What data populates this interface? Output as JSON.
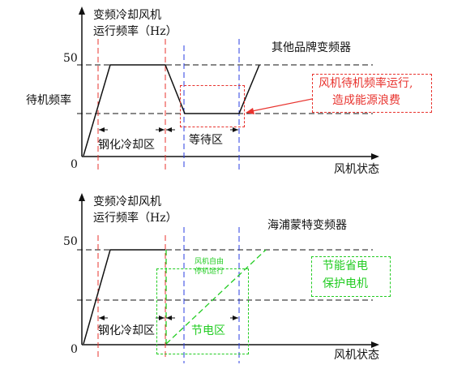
{
  "top": {
    "y_axis_label_line1": "变频冷却风机",
    "y_axis_label_line2": "运行频率（Hz）",
    "value_50": "50",
    "value_0": "0",
    "x_axis_label": "风机状态",
    "title": "其他品牌变频器",
    "standby_label": "待机频率",
    "region_cooling": "钢化冷却区",
    "region_wait": "等待区",
    "callout_line1": "风机待机频率运行,",
    "callout_line2": "造成能源浪费"
  },
  "bottom": {
    "y_axis_label_line1": "变频冷却风机",
    "y_axis_label_line2": "运行频率（Hz）",
    "value_50": "50",
    "value_0": "0",
    "x_axis_label": "风机状态",
    "title": "海浦蒙特变频器",
    "region_cooling": "钢化冷却区",
    "region_save": "节电区",
    "inner_note_line1": "风机自由",
    "inner_note_line2": "停机运行",
    "benefit_line1": "节能省电",
    "benefit_line2": "保护电机"
  },
  "colors": {
    "red": "#e8332e",
    "blue": "#2a3de0",
    "green": "#22cc22",
    "black": "#111111"
  }
}
